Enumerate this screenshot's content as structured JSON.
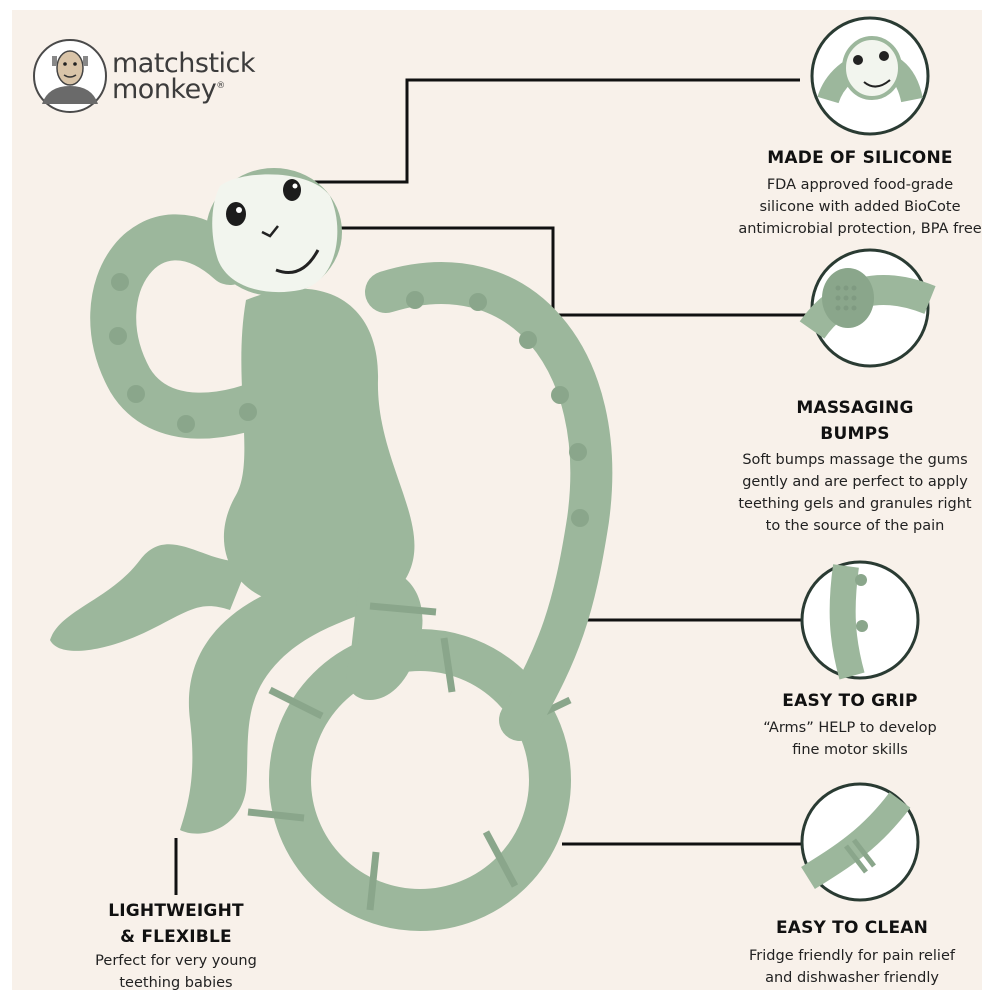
{
  "brand": {
    "line1": "matchstick",
    "line2": "monkey",
    "registered": "®"
  },
  "colors": {
    "background": "#f8f1ea",
    "teether": "#9cb79c",
    "teether_dark": "#7f9a81",
    "face": "#f2f5ee",
    "callout_ring": "#2a3b33",
    "lines": "#111111"
  },
  "features": [
    {
      "id": "silicone",
      "title": "MADE OF SILICONE",
      "description": [
        "FDA approved food-grade",
        "silicone with added BioCote",
        "antimicrobial protection, BPA free"
      ]
    },
    {
      "id": "bumps",
      "title_lines": [
        "MASSAGING",
        "BUMPS"
      ],
      "description": [
        "Soft bumps massage the gums",
        "gently and are perfect to apply",
        "teething gels and granules right",
        "to the source of the pain"
      ]
    },
    {
      "id": "grip",
      "title": "EASY TO GRIP",
      "description": [
        "“Arms” HELP to develop",
        "fine motor skills"
      ]
    },
    {
      "id": "clean",
      "title": "EASY TO CLEAN",
      "description": [
        "Fridge friendly for pain relief",
        "and dishwasher friendly"
      ]
    },
    {
      "id": "lightweight",
      "title_lines": [
        "LIGHTWEIGHT",
        "& FLEXIBLE"
      ],
      "description": [
        "Perfect for very young",
        "teething babies"
      ]
    }
  ]
}
